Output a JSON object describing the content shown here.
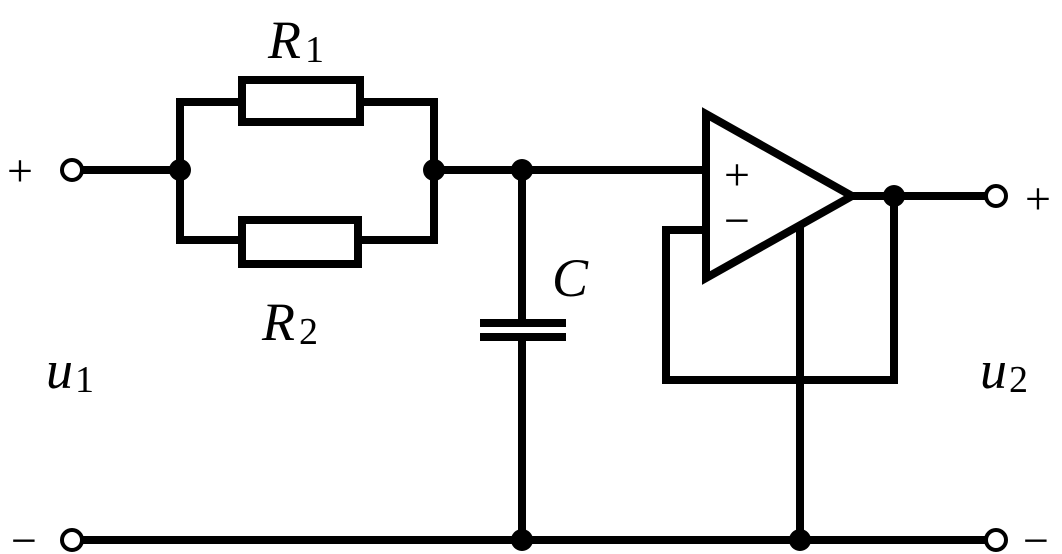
{
  "components": {
    "r1": {
      "symbol": "R",
      "subscript": "1"
    },
    "r2": {
      "symbol": "R",
      "subscript": "2"
    },
    "capacitor": {
      "symbol": "C"
    },
    "opamp": {
      "noninverting_sign": "+",
      "inverting_sign": "−"
    }
  },
  "ports": {
    "input": {
      "symbol": "u",
      "subscript": "1",
      "plus": "+",
      "minus": "−"
    },
    "output": {
      "symbol": "u",
      "subscript": "2",
      "plus": "+",
      "minus": "−"
    }
  }
}
